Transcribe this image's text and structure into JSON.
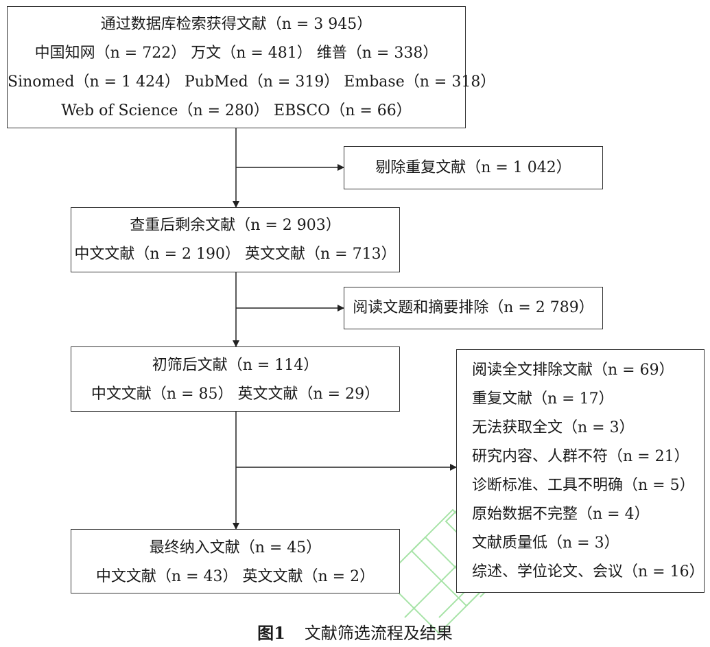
{
  "boxes": {
    "search": {
      "lines": [
        "通过数据库检索获得文献（n = 3 945）",
        "中国知网（n = 722）  万文（n = 481）  维普（n = 338）",
        "Sinomed（n = 1 424）  PubMed（n = 319）  Embase（n = 318）",
        "Web of Science（n = 280）  EBSCO（n = 66）"
      ]
    },
    "dedup": {
      "lines": [
        "剔除重复文献（n = 1 042）"
      ]
    },
    "after_dedup": {
      "lines": [
        "查重后剩余文献（n = 2 903）",
        "中文文献（n = 2 190）  英文文献（n = 713）"
      ]
    },
    "title_abstract_exclude": {
      "lines": [
        "阅读文题和摘要排除（n = 2 789）"
      ]
    },
    "initial_screen": {
      "lines": [
        "初筛后文献（n = 114）",
        "中文文献（n = 85）  英文文献（n = 29）"
      ]
    },
    "fulltext_exclude": {
      "lines": [
        "阅读全文排除文献（n = 69）",
        "重复文献（n = 17）",
        "无法获取全文（n = 3）",
        "研究内容、人群不符（n = 21）",
        "诊断标准、工具不明确（n = 5）",
        "原始数据不完整（n = 4）",
        "文献质量低（n = 3）",
        "综述、学位论文、会议（n = 16）"
      ]
    },
    "final": {
      "lines": [
        "最终纳入文献（n = 45）",
        "中文文献（n = 43）  英文文献（n = 2）"
      ]
    }
  },
  "caption": {
    "label": "图1",
    "text": "文献筛选流程及结果"
  },
  "colors": {
    "border": "#333333",
    "text": "#1a1a1a",
    "watermark": "#3ec23e"
  }
}
